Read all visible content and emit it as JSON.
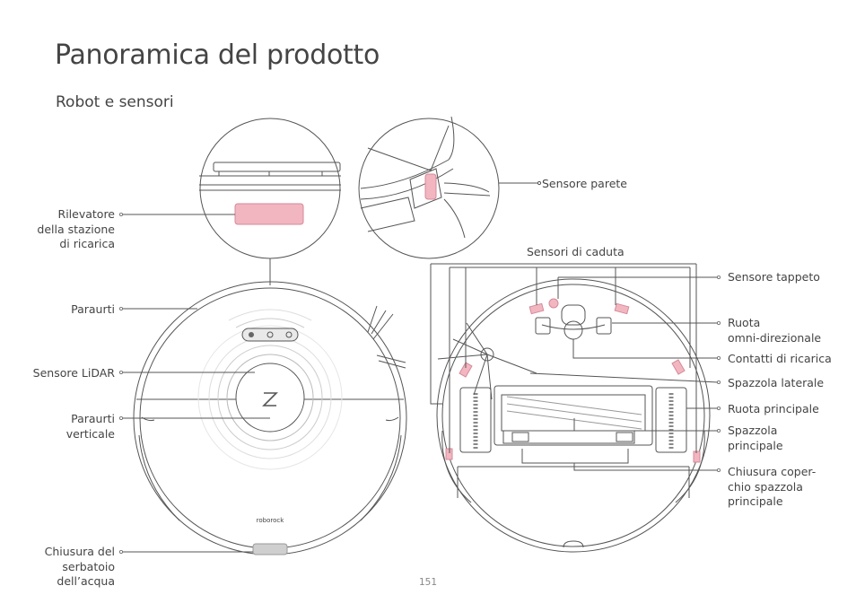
{
  "page": {
    "title": "Panoramica del prodotto",
    "subtitle": "Robot e sensori",
    "page_number": "151"
  },
  "device": {
    "brand_mark": "roborock"
  },
  "labels_left": {
    "dock_detector": "Rilevatore\ndella stazione\ndi ricarica",
    "bumper": "Paraurti",
    "lidar": "Sensore LiDAR",
    "vertical_bumper": "Paraurti\nverticale",
    "water_tank_latch": "Chiusura del\nserbatoio\ndell’acqua"
  },
  "labels_right": {
    "wall_sensor": "Sensore parete",
    "cliff_sensors": "Sensori di caduta",
    "carpet_sensor": "Sensore tappeto",
    "omni_wheel": "Ruota\nomni-direzionale",
    "charging_contacts": "Contatti di ricarica",
    "side_brush": "Spazzola laterale",
    "main_wheel": "Ruota principale",
    "main_brush": "Spazzola\nprincipale",
    "brush_cover_latch": "Chiusura coper-\nchio spazzola\nprincipale"
  },
  "colors": {
    "line": "#555555",
    "highlight": "#f2b6c0",
    "highlight_dark": "#e0909e"
  }
}
